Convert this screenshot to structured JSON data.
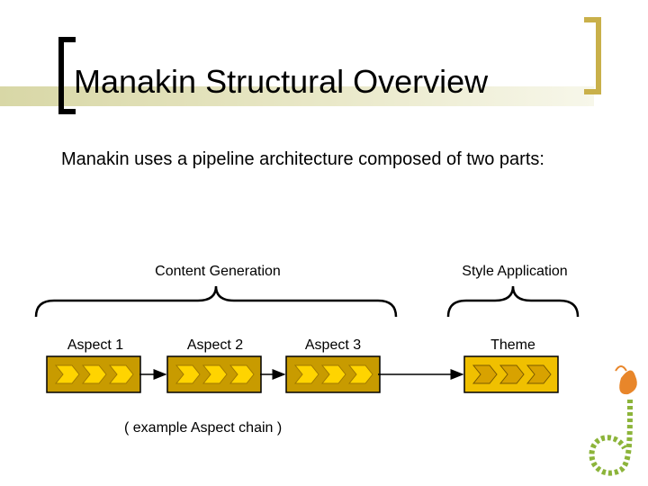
{
  "slide": {
    "title": "Manakin Structural Overview",
    "intro": "Manakin uses a pipeline architecture composed of two parts:"
  },
  "diagram": {
    "groups": [
      {
        "label": "Content Generation"
      },
      {
        "label": "Style Application"
      }
    ],
    "blocks": [
      {
        "label": "Aspect  1",
        "fill": "#c89b00"
      },
      {
        "label": "Aspect  2",
        "fill": "#c89b00"
      },
      {
        "label": "Aspect  3",
        "fill": "#c89b00"
      },
      {
        "label": "Theme",
        "fill": "#f0c000"
      }
    ],
    "caption": "( example Aspect chain  )",
    "colors": {
      "accent": "#c89b00",
      "accent_light": "#f0c000",
      "arrow_fill": "#ffd400",
      "title_band": "#d8d7a6"
    }
  },
  "logo": {
    "name": "dspace-logo"
  }
}
